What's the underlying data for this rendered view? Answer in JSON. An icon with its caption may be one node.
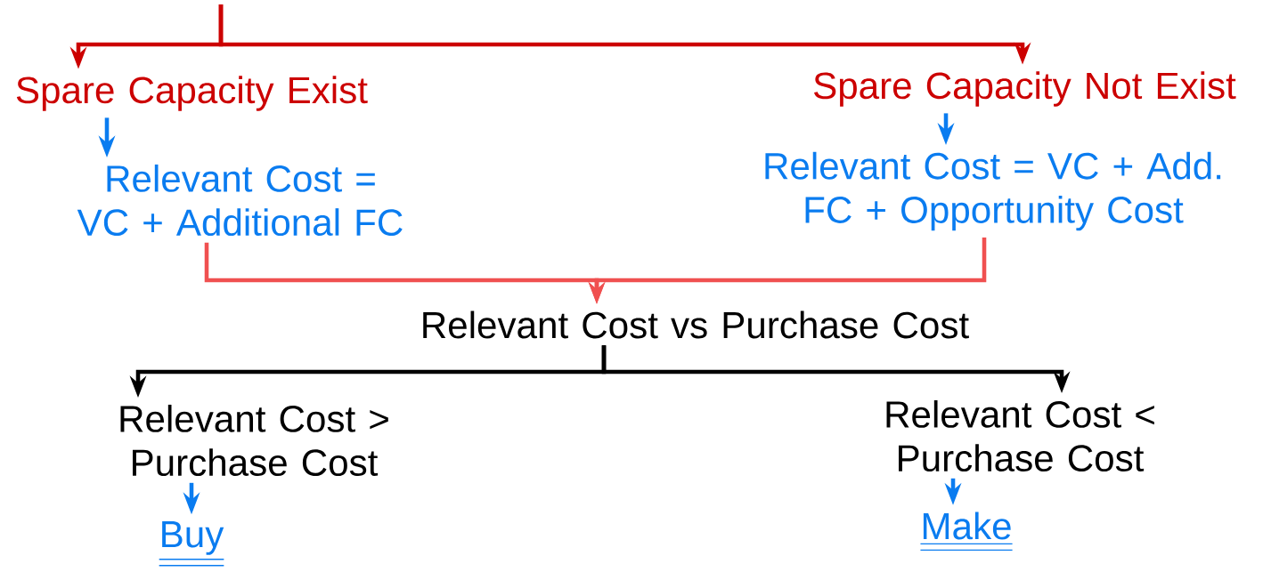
{
  "diagram": {
    "nodes": [
      {
        "text": [
          "Spare Capacity Exist"
        ]
      },
      {
        "text": [
          "Spare Capacity Not Exist"
        ]
      },
      {
        "text": [
          "Relevant Cost = VC + Additional FC"
        ]
      },
      {
        "text": [
          "Relevant Cost = VC + Add. FC + Opportunity Cost"
        ]
      },
      {
        "text": [
          "Relevant Cost vs Purchase Cost"
        ]
      },
      {
        "text": [
          "Relevant Cost > Purchase Cost"
        ]
      },
      {
        "text": [
          "Relevant Cost < Purchase Cost"
        ]
      },
      {
        "text": [
          "Buy"
        ]
      },
      {
        "text": [
          "Make"
        ]
      }
    ],
    "edges": [
      {
        "from": null,
        "to": 0,
        "arrow": "to",
        "color": "#cc0000"
      },
      {
        "from": null,
        "to": 1,
        "arrow": "to",
        "color": "#cc0000"
      },
      {
        "from": 0,
        "to": 2,
        "arrow": "to",
        "color": "#0a7cf0"
      },
      {
        "from": 1,
        "to": 3,
        "arrow": "to",
        "color": "#0a7cf0"
      },
      {
        "from": 2,
        "to": 4,
        "arrow": "to",
        "color": "#f05050"
      },
      {
        "from": 3,
        "to": 4,
        "arrow": "to",
        "color": "#f05050"
      },
      {
        "from": 4,
        "to": 5,
        "arrow": "to",
        "color": "#000000"
      },
      {
        "from": 4,
        "to": 6,
        "arrow": "to",
        "color": "#000000"
      },
      {
        "from": 5,
        "to": 7,
        "arrow": "to",
        "color": "#0a7cf0"
      },
      {
        "from": 6,
        "to": 8,
        "arrow": "to",
        "color": "#0a7cf0"
      }
    ]
  }
}
